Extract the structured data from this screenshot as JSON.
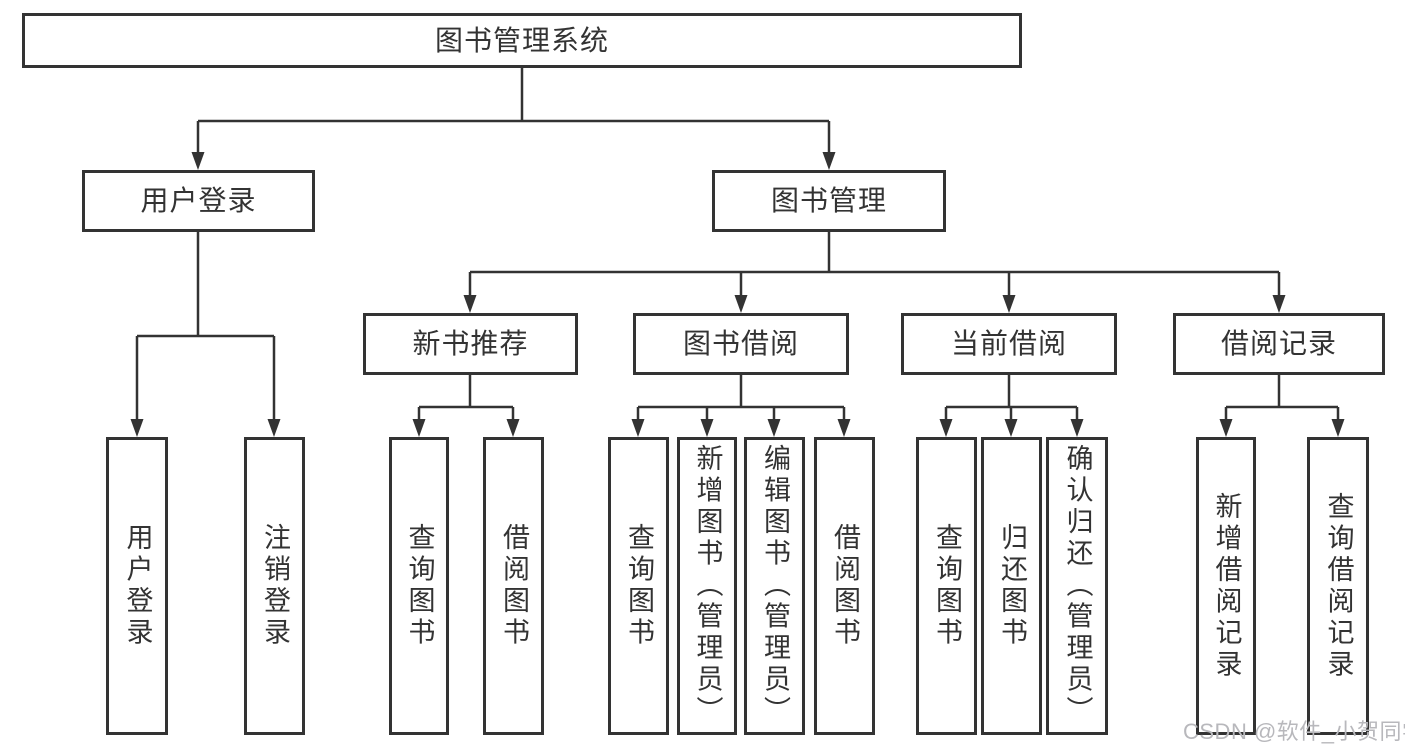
{
  "diagram": {
    "type": "hierarchy-flowchart",
    "root": "图书管理系统",
    "level2": [
      "用户登录",
      "图书管理"
    ],
    "level3": [
      "新书推荐",
      "图书借阅",
      "当前借阅",
      "借阅记录"
    ],
    "leaves": [
      [
        "用户登录",
        "注销登录"
      ],
      [
        "查询图书",
        "借阅图书"
      ],
      [
        "查询图书",
        "新增图书（管理员）",
        "编辑图书（管理员）",
        "借阅图书"
      ],
      [
        "查询图书",
        "归还图书",
        "确认归还（管理员）"
      ],
      [
        "新增借阅记录",
        "查询借阅记录"
      ]
    ]
  },
  "watermark": "CSDN @软件_小贺同学",
  "colors": {
    "line": "#333333",
    "text": "#333333",
    "box_background": "#ffffff",
    "watermark": "#b8b8bc",
    "page_background": "#ffffff"
  }
}
